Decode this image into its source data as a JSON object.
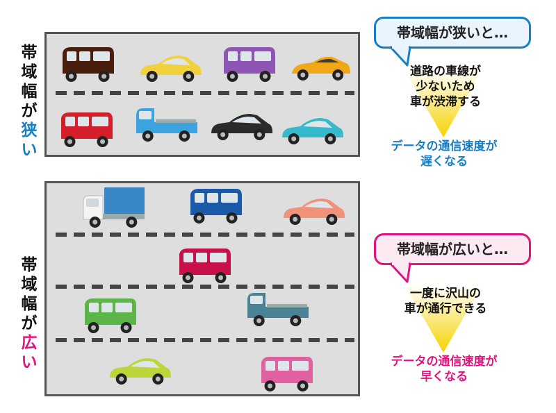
{
  "narrow": {
    "label_chars": [
      "帯",
      "域",
      "幅",
      "が",
      "狭",
      "い"
    ],
    "label_accent_color": "#1a7fc2",
    "callout_title": "帯域幅が狭いと…",
    "explain_lines": [
      "道路の車線が",
      "少ないため",
      "車が渋滞する"
    ],
    "result_lines": [
      "データの通信速度が",
      "遅くなる"
    ],
    "accent_color": "#1a7fc2"
  },
  "wide": {
    "label_chars": [
      "帯",
      "域",
      "幅",
      "が",
      "広",
      "い"
    ],
    "label_accent_color": "#e0147e",
    "callout_title": "帯域幅が広いと…",
    "explain_lines": [
      "一度に沢山の",
      "車が通行できる"
    ],
    "result_lines": [
      "データの通信速度が",
      "早くなる"
    ],
    "accent_color": "#e0147e"
  },
  "cars_narrow": [
    {
      "type": "van",
      "color": "#4a1e0c"
    },
    {
      "type": "sedan",
      "color": "#f2d23c"
    },
    {
      "type": "van",
      "color": "#8e55b5"
    },
    {
      "type": "sports",
      "color": "#f0a818"
    },
    {
      "type": "van",
      "color": "#d41f2b"
    },
    {
      "type": "truck",
      "color": "#3ba3e0"
    },
    {
      "type": "sedan",
      "color": "#2b2b2b"
    },
    {
      "type": "sedan",
      "color": "#36b9cc"
    }
  ],
  "cars_wide": [
    {
      "type": "boxtruck",
      "color": "#3a87c8"
    },
    {
      "type": "van",
      "color": "#1a5aa8"
    },
    {
      "type": "sedan",
      "color": "#f0917a"
    },
    {
      "type": "van",
      "color": "#c8104a"
    },
    {
      "type": "van",
      "color": "#5db548"
    },
    {
      "type": "truck",
      "color": "#4a8296"
    },
    {
      "type": "sedan",
      "color": "#bcd63a"
    },
    {
      "type": "van",
      "color": "#e060a0"
    }
  ]
}
